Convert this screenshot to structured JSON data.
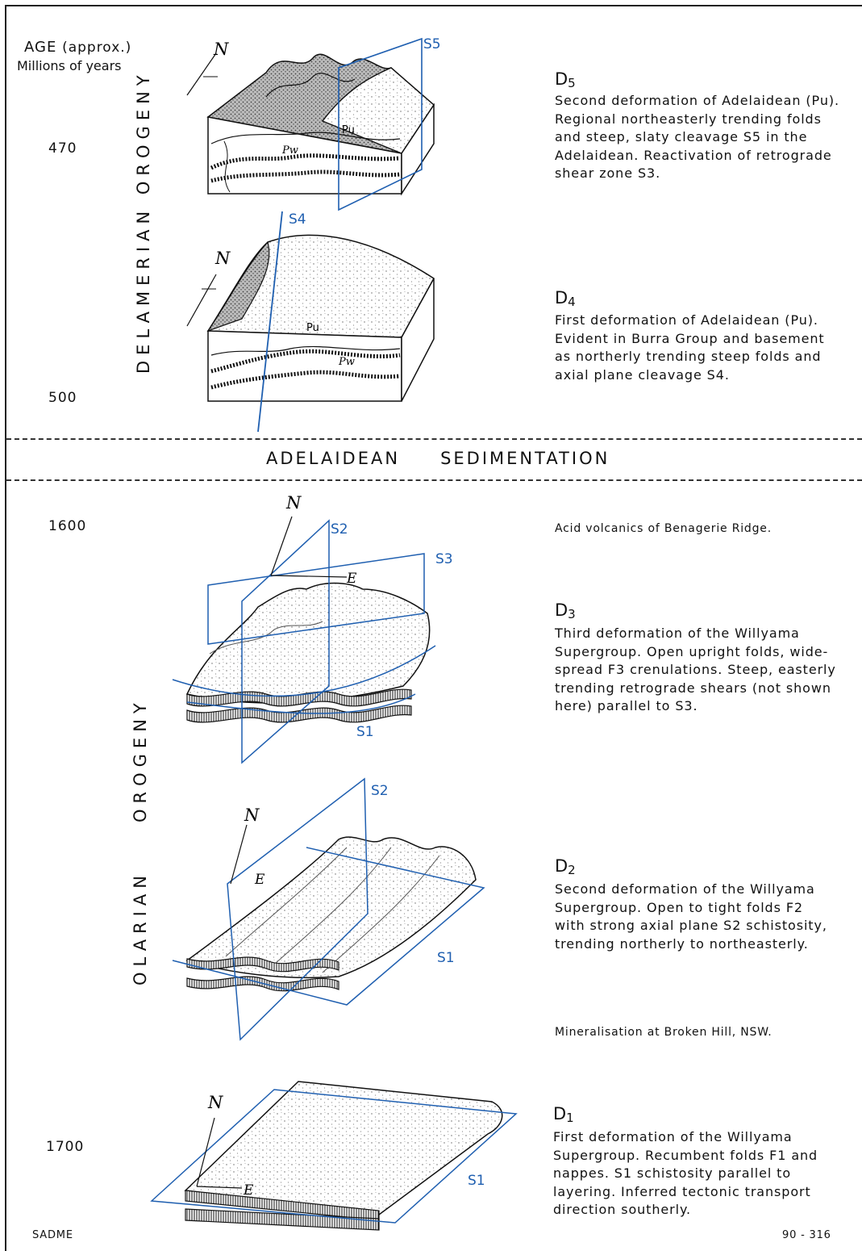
{
  "axis": {
    "age_label": "AGE",
    "age_qualifier": "(approx.)",
    "age_units": "Millions of years",
    "ages": [
      "470",
      "500",
      "1600",
      "1700"
    ]
  },
  "orogenies": {
    "delamerian": "DELAMERIAN OROGENY",
    "olarian_part1": "OLARIAN",
    "olarian_part2": "OROGENY"
  },
  "divider": {
    "word1": "ADELAIDEAN",
    "word2": "SEDIMENTATION"
  },
  "events": [
    {
      "id": "D5",
      "letter": "D",
      "num": "5",
      "lines": [
        "Second deformation of Adelaidean (Pu).",
        "Regional northeasterly trending folds",
        "and steep, slaty cleavage S5 in the",
        "Adelaidean. Reactivation of retrograde",
        "shear zone S3."
      ]
    },
    {
      "id": "D4",
      "letter": "D",
      "num": "4",
      "lines": [
        "First deformation of Adelaidean (Pu).",
        "Evident in Burra Group and basement",
        "as northerly trending steep folds and",
        "axial plane cleavage S4."
      ]
    },
    {
      "id": "D3",
      "letter": "D",
      "num": "3",
      "lines": [
        "Third deformation of the Willyama",
        "Supergroup. Open upright folds, wide-",
        "spread F3 crenulations. Steep, easterly",
        "trending retrograde shears (not shown",
        "here) parallel to S3."
      ]
    },
    {
      "id": "D2",
      "letter": "D",
      "num": "2",
      "lines": [
        "Second deformation of the Willyama",
        "Supergroup. Open to tight folds F2",
        "with strong axial plane S2 schistosity,",
        "trending northerly to northeasterly."
      ]
    },
    {
      "id": "D1",
      "letter": "D",
      "num": "1",
      "lines": [
        "First deformation of the Willyama",
        "Supergroup. Recumbent folds F1 and",
        "nappes. S1 schistosity parallel to",
        "layering. Inferred tectonic transport",
        "direction southerly."
      ]
    }
  ],
  "notes": {
    "volcanics": "Acid volcanics of Benagerie Ridge.",
    "mineralisation": "Mineralisation at Broken Hill, NSW."
  },
  "diagram_labels": {
    "north": "N",
    "east": "E",
    "pu": "Pu",
    "pw": "Pw",
    "s1": "S1",
    "s2": "S2",
    "s3": "S3",
    "s4": "S4",
    "s5": "S5"
  },
  "footer": {
    "left": "SADME",
    "right": "90 - 316"
  },
  "colors": {
    "plane_blue": "#1f5fb0",
    "ink": "#111111"
  }
}
